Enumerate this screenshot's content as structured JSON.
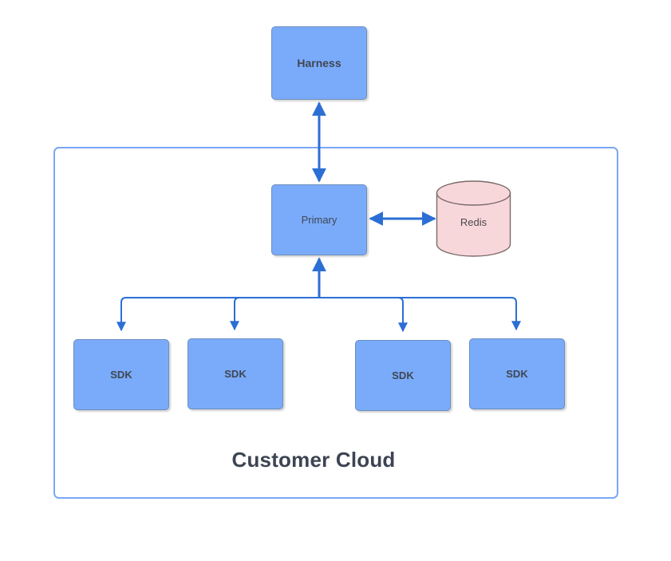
{
  "diagram": {
    "title": "Customer Cloud",
    "colors": {
      "node_fill": "#7aabfa",
      "node_stroke": "#6c8ebf",
      "node_text": "#3f4652",
      "edge": "#2b6fd4",
      "container_border": "#7ba7f5",
      "redis_fill": "#f8d7da",
      "redis_stroke": "#7a6a6a",
      "title_text": "#3d4452",
      "background": "#ffffff"
    },
    "container": {
      "label": "Customer Cloud"
    },
    "nodes": [
      {
        "id": "harness",
        "label": "Harness",
        "shape": "rounded-rectangle",
        "bold": true
      },
      {
        "id": "primary",
        "label": "Primary",
        "shape": "rounded-rectangle",
        "bold": false
      },
      {
        "id": "redis",
        "label": "Redis",
        "shape": "cylinder",
        "bold": false
      }
    ],
    "sdk_nodes": [
      {
        "id": "sdk-0",
        "label": "SDK"
      },
      {
        "id": "sdk-1",
        "label": "SDK"
      },
      {
        "id": "sdk-2",
        "label": "SDK"
      },
      {
        "id": "sdk-3",
        "label": "SDK"
      }
    ],
    "edges": [
      {
        "id": "harness-primary",
        "from": "Harness",
        "to": "Primary",
        "direction": "bidirectional"
      },
      {
        "id": "primary-redis",
        "from": "Primary",
        "to": "Redis",
        "direction": "bidirectional"
      },
      {
        "id": "sdk-0-primary",
        "from": "SDK",
        "to": "Primary",
        "direction": "bidirectional"
      },
      {
        "id": "sdk-1-primary",
        "from": "SDK",
        "to": "Primary",
        "direction": "bidirectional"
      },
      {
        "id": "sdk-2-primary",
        "from": "SDK",
        "to": "Primary",
        "direction": "bidirectional"
      },
      {
        "id": "sdk-3-primary",
        "from": "SDK",
        "to": "Primary",
        "direction": "bidirectional"
      }
    ]
  }
}
